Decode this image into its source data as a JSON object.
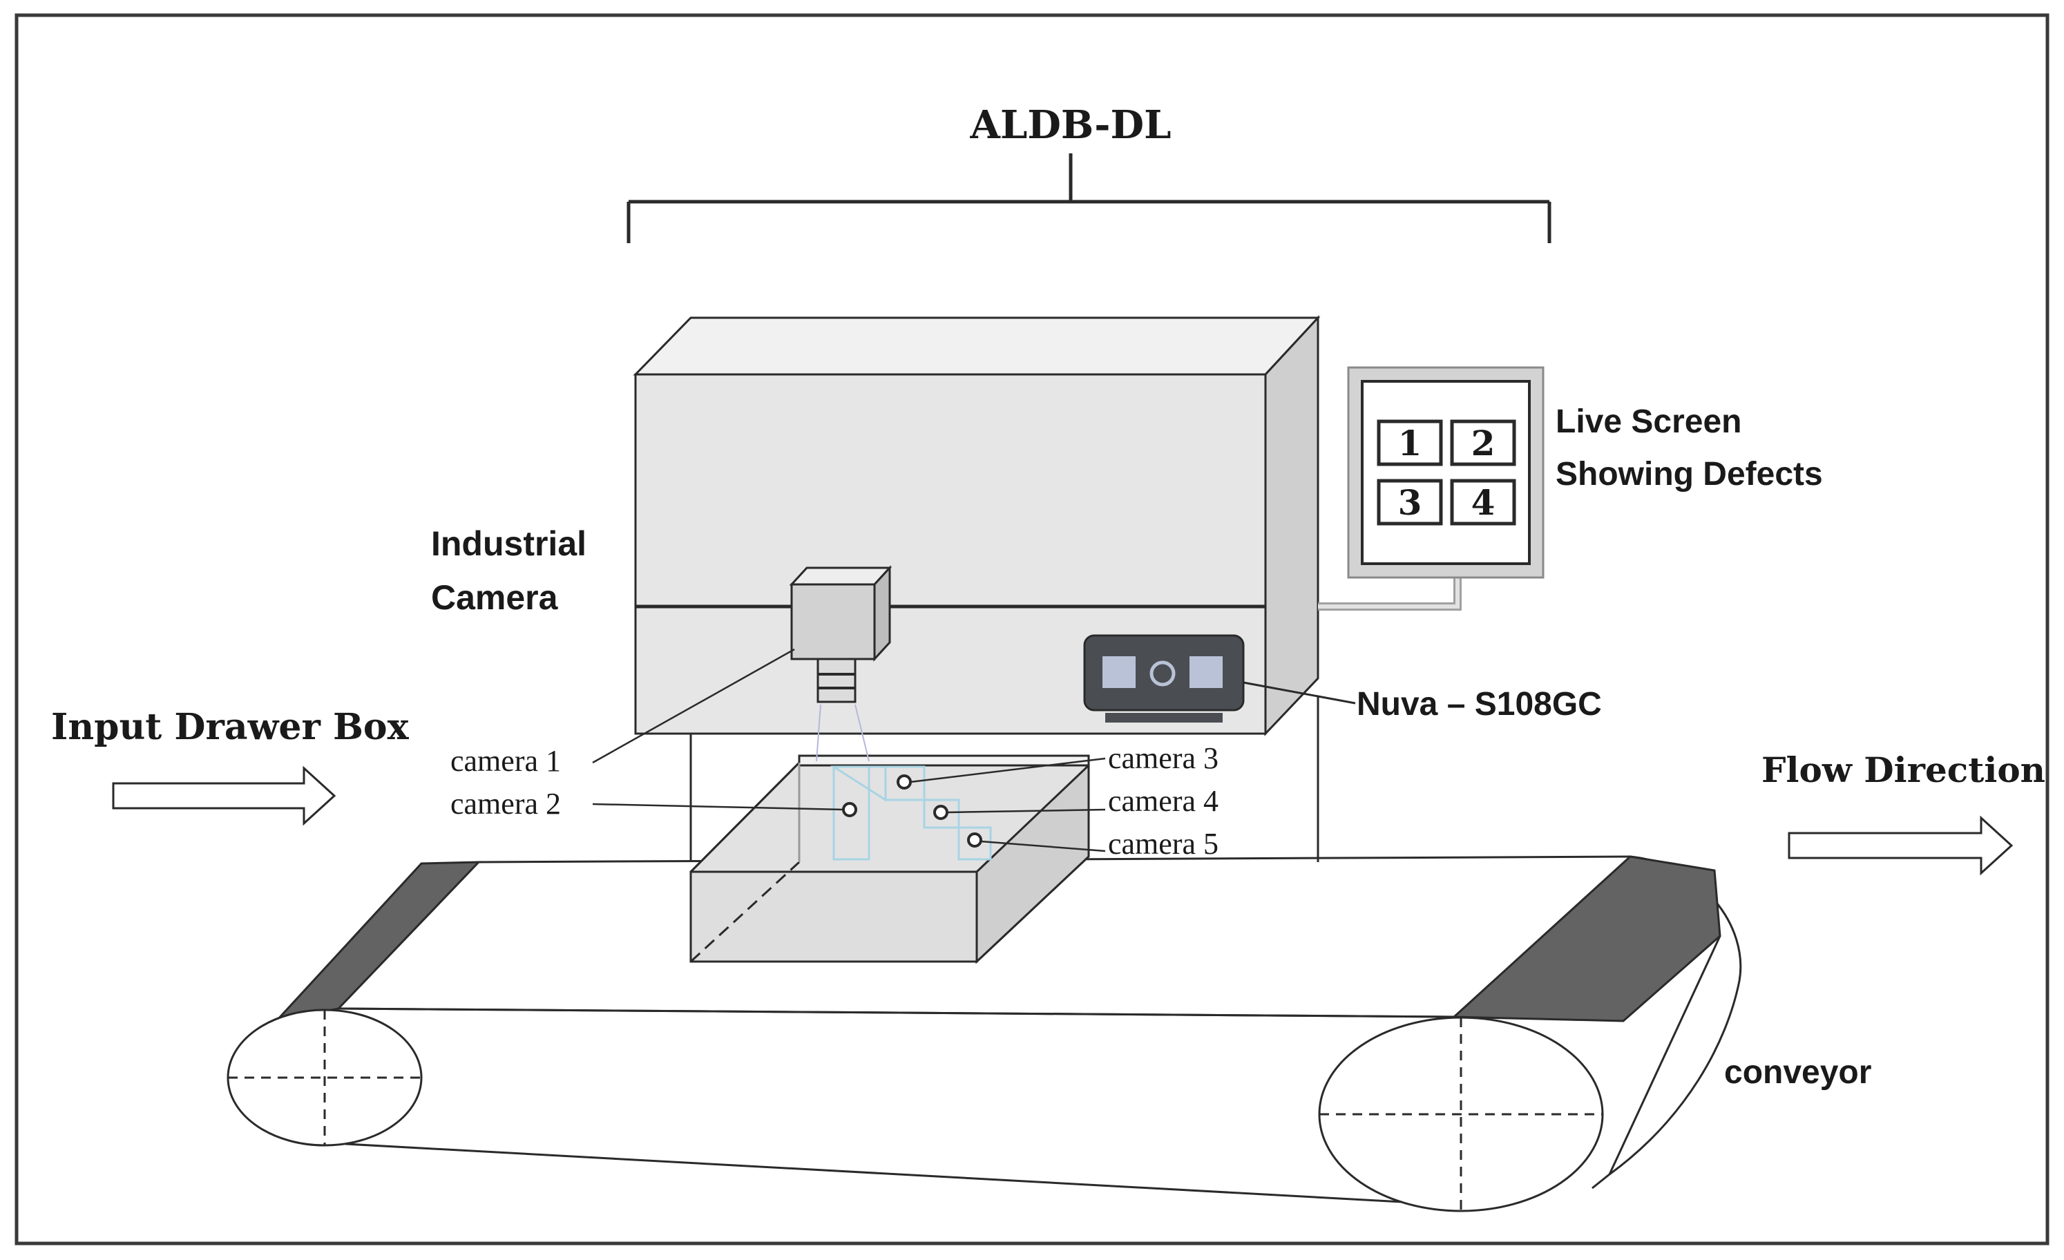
{
  "title": "ALDB-DL",
  "labels": {
    "industrial_camera_line1": "Industrial",
    "industrial_camera_line2": "Camera",
    "live_screen_line1": "Live Screen",
    "live_screen_line2": "Showing Defects",
    "controller": "Nuva – S108GC",
    "input": "Input Drawer Box",
    "flow": "Flow Direction",
    "conveyor": "conveyor"
  },
  "cameras": [
    "camera 1",
    "camera 2",
    "camera 3",
    "camera 4",
    "camera 5"
  ],
  "screen_panels": [
    "1",
    "2",
    "3",
    "4"
  ],
  "colors": {
    "stroke": "#2a2a2a",
    "frame": "#3a3a3a",
    "cabinet_front": "#e6e6e6",
    "cabinet_top": "#f1f1f1",
    "cabinet_side": "#cfcfcf",
    "camera_body": "#d2d2d2",
    "controller_body": "#4a4d52",
    "controller_screen": "#b9c2d6",
    "belt_dark": "#636363",
    "box_fill": "#dedede",
    "highlight": "#a8d4e4"
  }
}
